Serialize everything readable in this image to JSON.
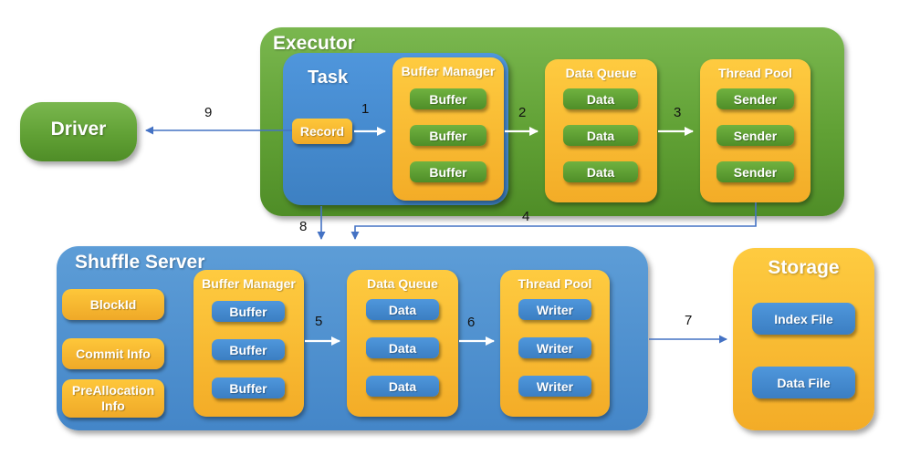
{
  "diagram": {
    "driver": {
      "title": "Driver"
    },
    "executor": {
      "title": "Executor",
      "task": {
        "title": "Task",
        "record": "Record"
      },
      "buffer_manager": {
        "title": "Buffer Manager",
        "items": [
          "Buffer",
          "Buffer",
          "Buffer"
        ]
      },
      "data_queue": {
        "title": "Data Queue",
        "items": [
          "Data",
          "Data",
          "Data"
        ]
      },
      "thread_pool": {
        "title": "Thread Pool",
        "items": [
          "Sender",
          "Sender",
          "Sender"
        ]
      }
    },
    "shuffle_server": {
      "title": "Shuffle Server",
      "metadata": [
        "BlockId",
        "Commit Info",
        "PreAllocation Info"
      ],
      "buffer_manager": {
        "title": "Buffer Manager",
        "items": [
          "Buffer",
          "Buffer",
          "Buffer"
        ]
      },
      "data_queue": {
        "title": "Data Queue",
        "items": [
          "Data",
          "Data",
          "Data"
        ]
      },
      "thread_pool": {
        "title": "Thread Pool",
        "items": [
          "Writer",
          "Writer",
          "Writer"
        ]
      }
    },
    "storage": {
      "title": "Storage",
      "files": [
        "Index File",
        "Data File"
      ]
    },
    "arrow_labels": [
      "1",
      "2",
      "3",
      "4",
      "5",
      "6",
      "7",
      "8",
      "9"
    ],
    "colors": {
      "green": "#61A135",
      "blue": "#4E95DB",
      "orange": "#FDC538",
      "arrow_blue": "#4472C4",
      "arrow_white": "#FFFFFF",
      "label_text": "#121212",
      "box_text": "#FFFFFF"
    }
  }
}
